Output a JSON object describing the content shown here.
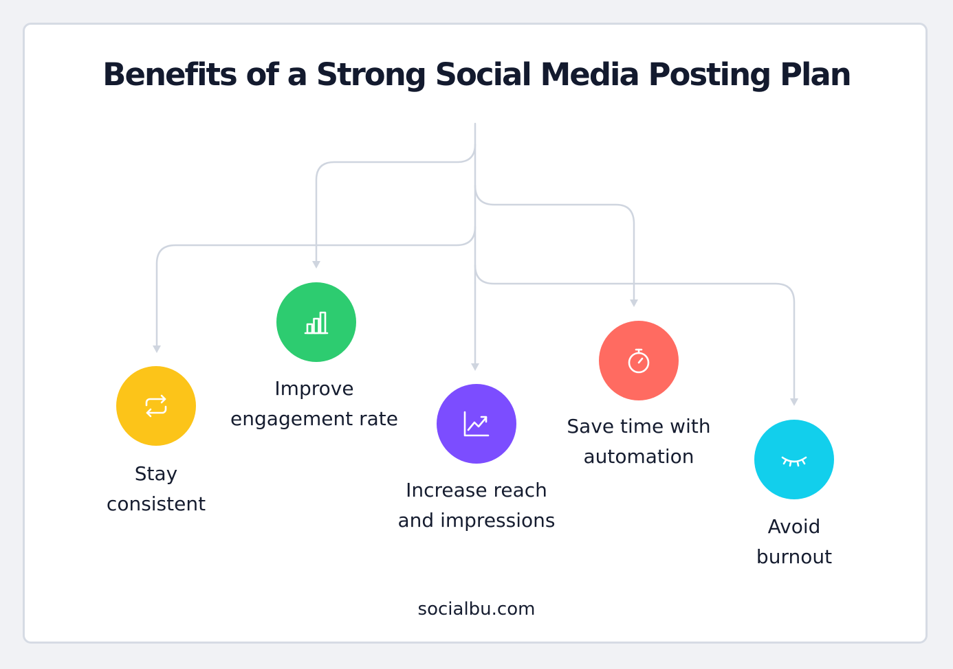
{
  "title": "Benefits of a Strong Social Media Posting Plan",
  "footer": "socialbu.com",
  "colors": {
    "connector": "#cfd5df",
    "yellow": "#fcc419",
    "green": "#2dcc70",
    "purple": "#7c4dff",
    "red": "#ff6b61",
    "cyan": "#12cfec"
  },
  "benefits": [
    {
      "line1": "Stay",
      "line2": "consistent",
      "icon": "repeat-icon",
      "color": "#fcc419"
    },
    {
      "line1": "Improve",
      "line2": "engagement rate",
      "icon": "bar-chart-icon",
      "color": "#2dcc70"
    },
    {
      "line1": "Increase reach",
      "line2": "and impressions",
      "icon": "trend-up-icon",
      "color": "#7c4dff"
    },
    {
      "line1": "Save time with",
      "line2": "automation",
      "icon": "stopwatch-icon",
      "color": "#ff6b61"
    },
    {
      "line1": "Avoid",
      "line2": "burnout",
      "icon": "closed-eye-icon",
      "color": "#12cfec"
    }
  ]
}
